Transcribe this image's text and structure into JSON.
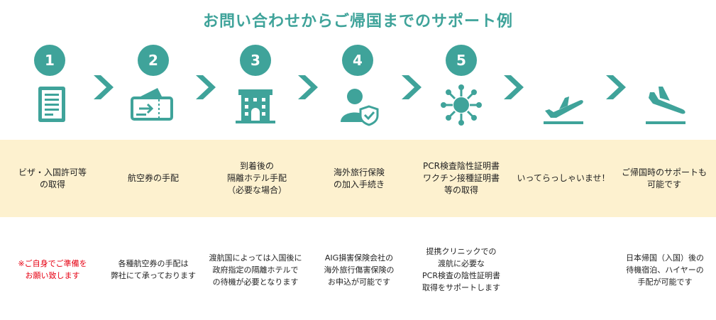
{
  "title": "お問い合わせからご帰国までのサポート例",
  "steps": [
    {
      "number": "1",
      "label": "ビザ・入国許可等\nの取得",
      "icon": "document-icon",
      "note": "※ご自身でご準備を\nお願い致します"
    },
    {
      "number": "2",
      "label": "航空券の手配",
      "icon": "ticket-icon",
      "note": "各種航空券の手配は\n弊社にて承っております"
    },
    {
      "number": "3",
      "label": "到着後の\n隔離ホテル手配\n（必要な場合）",
      "icon": "hotel-icon",
      "note": "渡航国によっては入国後に\n政府指定の隔離ホテルで\nの待機が必要となります"
    },
    {
      "number": "4",
      "label": "海外旅行保険\nの加入手続き",
      "icon": "insurance-icon",
      "note": "AIG損害保険会社の\n海外旅行傷害保険の\nお申込が可能です"
    },
    {
      "number": "5",
      "label": "PCR検査陰性証明書\nワクチン接種証明書\n等の取得",
      "icon": "virus-icon",
      "note": "提携クリニックでの\n渡航に必要な\nPCR検査の陰性証明書\n取得をサポートします"
    },
    {
      "label": "いってらっしゃいませ！",
      "icon": "takeoff-icon",
      "note": ""
    },
    {
      "label": "ご帰国時のサポートも\n可能です",
      "icon": "landing-icon",
      "note": "日本帰国（入国）後の\n待機宿泊、ハイヤーの\n手配が可能です"
    }
  ],
  "colors": {
    "accent": "#3fa39a",
    "band": "#fdf1cf",
    "note_red": "#e60012"
  }
}
